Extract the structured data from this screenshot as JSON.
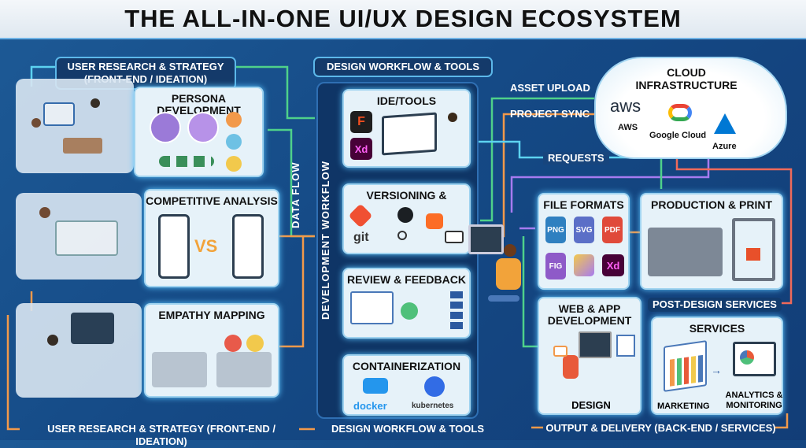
{
  "title": "THE ALL-IN-ONE UI/UX DESIGN ECOSYSTEM",
  "left": {
    "header": "USER RESEARCH & STRATEGY\n(FRONT-END / IDEATION)",
    "footer": "USER RESEARCH & STRATEGY (FRONT-END / IDEATION)",
    "data_flow": "DATA FLOW",
    "cards": {
      "persona": "PERSONA DEVELOPMENT",
      "competitive": "COMPETITIVE ANALYSIS",
      "vs": "VS",
      "empathy": "EMPATHY MAPPING"
    }
  },
  "middle": {
    "header": "DESIGN WORKFLOW & TOOLS",
    "footer": "DESIGN WORKFLOW & TOOLS",
    "dev_workflow": "DEVELOPMENT WORKFLOW",
    "cards": {
      "ide": "IDE/TOOLS",
      "versioning": "VERSIONING &",
      "git": "git",
      "review": "REVIEW & FEEDBACK",
      "containerization": "CONTAINERIZATION",
      "docker": "docker",
      "kubernetes": "kubernetes"
    },
    "apps": {
      "figma": "F",
      "xd": "Xd"
    }
  },
  "connectors": {
    "asset_upload": "ASSET UPLOAD",
    "project_sync": "PROJECT SYNC",
    "requests": "REQUESTS"
  },
  "cloud": {
    "title": "CLOUD\nINFRASTRUCTURE",
    "aws_logo": "aws",
    "aws": "AWS",
    "google": "Google Cloud",
    "azure": "Azure"
  },
  "right": {
    "file_formats": "FILE FORMATS",
    "formats": [
      "PNG",
      "SVG",
      "PDF",
      "FIG",
      "",
      "Xd"
    ],
    "production": "PRODUCTION & PRINT",
    "post_design": "POST-DESIGN SERVICES",
    "web_app": "WEB & APP\nDEVELOPMENT",
    "design": "DESIGN",
    "services": "SERVICES",
    "marketing": "MARKETING",
    "analytics": "ANALYTICS &\nMONITORING",
    "footer": "OUTPUT & DELIVERY (BACK-END / SERVICES)"
  },
  "colors": {
    "green": "#4fd18a",
    "orange": "#f2994a",
    "purple": "#a77bf0",
    "cyan": "#5cd2f0",
    "red": "#ef6a5a"
  }
}
